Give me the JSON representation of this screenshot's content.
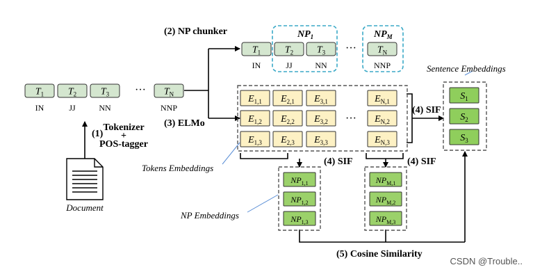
{
  "colors": {
    "token_fill": "#d4e6cf",
    "elmo_fill": "#fdf1c4",
    "np_fill": "#9bd16a",
    "sent_fill": "#8fce5c",
    "np_border": "#3aa9c7",
    "dash_border": "#555555",
    "line": "#000000",
    "leader_line": "#5b8fd6"
  },
  "steps": {
    "np_chunker": "(2) NP chunker",
    "elmo": "(3) ELMo",
    "tokenizer_num": "(1)",
    "tokenizer_l1": "Tokenizer",
    "tokenizer_l2": "+",
    "tokenizer_l3": "POS-tagger",
    "sif_sentence": "(4) SIF",
    "sif_np1": "(4) SIF",
    "sif_npm": "(4) SIF",
    "cosine": "(5) Cosine Similarity"
  },
  "labels": {
    "document": "Document",
    "tokens_embeddings": "Tokens Embeddings",
    "np_embeddings": "NP Embeddings",
    "sentence_embeddings": "Sentence Embeddings"
  },
  "ellipsis": "···",
  "input_tokens": [
    {
      "name": "T",
      "sub": "1",
      "tag": "IN"
    },
    {
      "name": "T",
      "sub": "2",
      "tag": "JJ"
    },
    {
      "name": "T",
      "sub": "3",
      "tag": "NN"
    },
    {
      "name": "T",
      "sub": "N",
      "tag": "NNP"
    }
  ],
  "chunk_tokens": [
    {
      "name": "T",
      "sub": "1",
      "tag": "IN"
    },
    {
      "name": "T",
      "sub": "2",
      "tag": "JJ"
    },
    {
      "name": "T",
      "sub": "3",
      "tag": "NN"
    },
    {
      "name": "T",
      "sub": "N",
      "tag": "NNP"
    }
  ],
  "np_groups": [
    {
      "name": "NP",
      "sub": "1"
    },
    {
      "name": "NP",
      "sub": "M"
    }
  ],
  "elmo_rows": [
    [
      {
        "name": "E",
        "sub": "1,1"
      },
      {
        "name": "E",
        "sub": "2,1"
      },
      {
        "name": "E",
        "sub": "3,1"
      },
      {
        "name": "E",
        "sub": "N,1"
      }
    ],
    [
      {
        "name": "E",
        "sub": "1,2"
      },
      {
        "name": "E",
        "sub": "2,2"
      },
      {
        "name": "E",
        "sub": "3,2"
      },
      {
        "name": "E",
        "sub": "N,2"
      }
    ],
    [
      {
        "name": "E",
        "sub": "1,3"
      },
      {
        "name": "E",
        "sub": "2,3"
      },
      {
        "name": "E",
        "sub": "3,3"
      },
      {
        "name": "E",
        "sub": "N,3"
      }
    ]
  ],
  "sentence_embeddings": [
    {
      "name": "S",
      "sub": "1"
    },
    {
      "name": "S",
      "sub": "2"
    },
    {
      "name": "S",
      "sub": "3"
    }
  ],
  "np1_embeddings": [
    {
      "name": "NP",
      "sub": "1,1"
    },
    {
      "name": "NP",
      "sub": "1,2"
    },
    {
      "name": "NP",
      "sub": "1,3"
    }
  ],
  "npm_embeddings": [
    {
      "name": "NP",
      "sub": "M,1"
    },
    {
      "name": "NP",
      "sub": "M,2"
    },
    {
      "name": "NP",
      "sub": "M,3"
    }
  ],
  "watermark": "CSDN @Trouble.."
}
